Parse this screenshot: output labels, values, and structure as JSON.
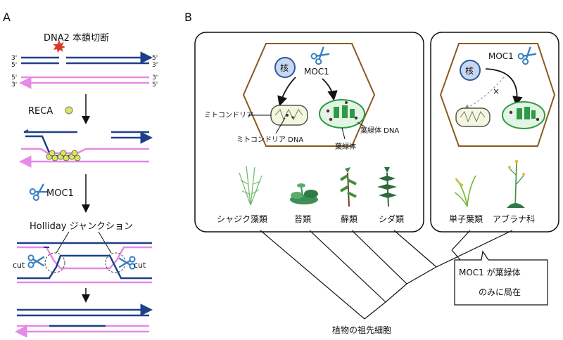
{
  "colors": {
    "dna_blue": "#1f3f8a",
    "dna_pink": "#e58ae6",
    "red_burst": "#d63a2a",
    "reca_yellow": "#dde65a",
    "nucleus_fill": "#c9d8f2",
    "nucleus_stroke": "#2c5aa0",
    "hexagon_stroke": "#8a5a1e",
    "chloroplast_fill": "#e2f5e4",
    "chloroplast_stroke": "#2f9a45",
    "mito_fill": "#f4f7de",
    "scissors_blue": "#3a7fc2"
  },
  "panel_a": {
    "letter": "A",
    "dna2_label": "DNA2 本鎖切断",
    "end_3a": "3'",
    "end_5a": "5'",
    "end_5b": "5'",
    "end_3b": "3'",
    "end_5c": "5'",
    "end_3c": "3'",
    "end_3d": "3'",
    "end_5d": "5'",
    "reca_label": "RECA",
    "moc1_label": "MOC1",
    "holliday_label": "Holliday ジャンクション",
    "cut_left": "cut",
    "cut_right": "cut"
  },
  "panel_b": {
    "letter": "B",
    "left_box": {
      "nucleus": "核",
      "moc1": "MOC1",
      "mitochondria": "ミトコンドリア",
      "mito_dna": "ミトコンドリア DNA",
      "chloroplast_dna": "葉緑体 DNA",
      "chloroplast": "葉緑体",
      "groups": [
        "シャジク藻類",
        "苔類",
        "蘚類",
        "シダ類"
      ]
    },
    "right_box": {
      "nucleus": "核",
      "moc1": "MOC1",
      "blocked_mark": "×",
      "groups": [
        "単子葉類",
        "アブラナ科"
      ]
    },
    "callout_line1": "MOC1 が葉緑体",
    "callout_line2": "のみに局在",
    "root_label": "植物の祖先細胞"
  }
}
